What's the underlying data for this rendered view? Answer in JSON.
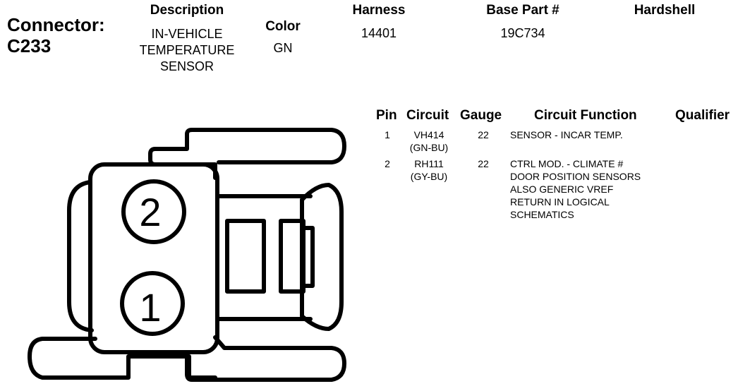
{
  "connector": {
    "label": "Connector:",
    "id": "C233"
  },
  "header": {
    "description_label": "Description",
    "description_lines": [
      "IN-VEHICLE",
      "TEMPERATURE",
      "SENSOR"
    ],
    "color_label": "Color",
    "color_value": "GN",
    "harness_label": "Harness",
    "harness_value": "14401",
    "base_part_label": "Base Part #",
    "base_part_value": "19C734",
    "hardshell_label": "Hardshell"
  },
  "pin_table": {
    "columns": [
      "Pin",
      "Circuit",
      "Gauge",
      "Circuit Function",
      "Qualifier"
    ],
    "rows": [
      {
        "pin": "1",
        "circuit": [
          "VH414",
          "(GN-BU)"
        ],
        "gauge": "22",
        "function": [
          "SENSOR - INCAR TEMP."
        ],
        "qualifier": ""
      },
      {
        "pin": "2",
        "circuit": [
          "RH111",
          "(GY-BU)"
        ],
        "gauge": "22",
        "function": [
          "CTRL MOD. - CLIMATE #",
          "DOOR POSITION SENSORS",
          "ALSO GENERIC VREF",
          "RETURN IN LOGICAL",
          "SCHEMATICS"
        ],
        "qualifier": ""
      }
    ]
  },
  "diagram": {
    "pin_labels": [
      "2",
      "1"
    ]
  }
}
